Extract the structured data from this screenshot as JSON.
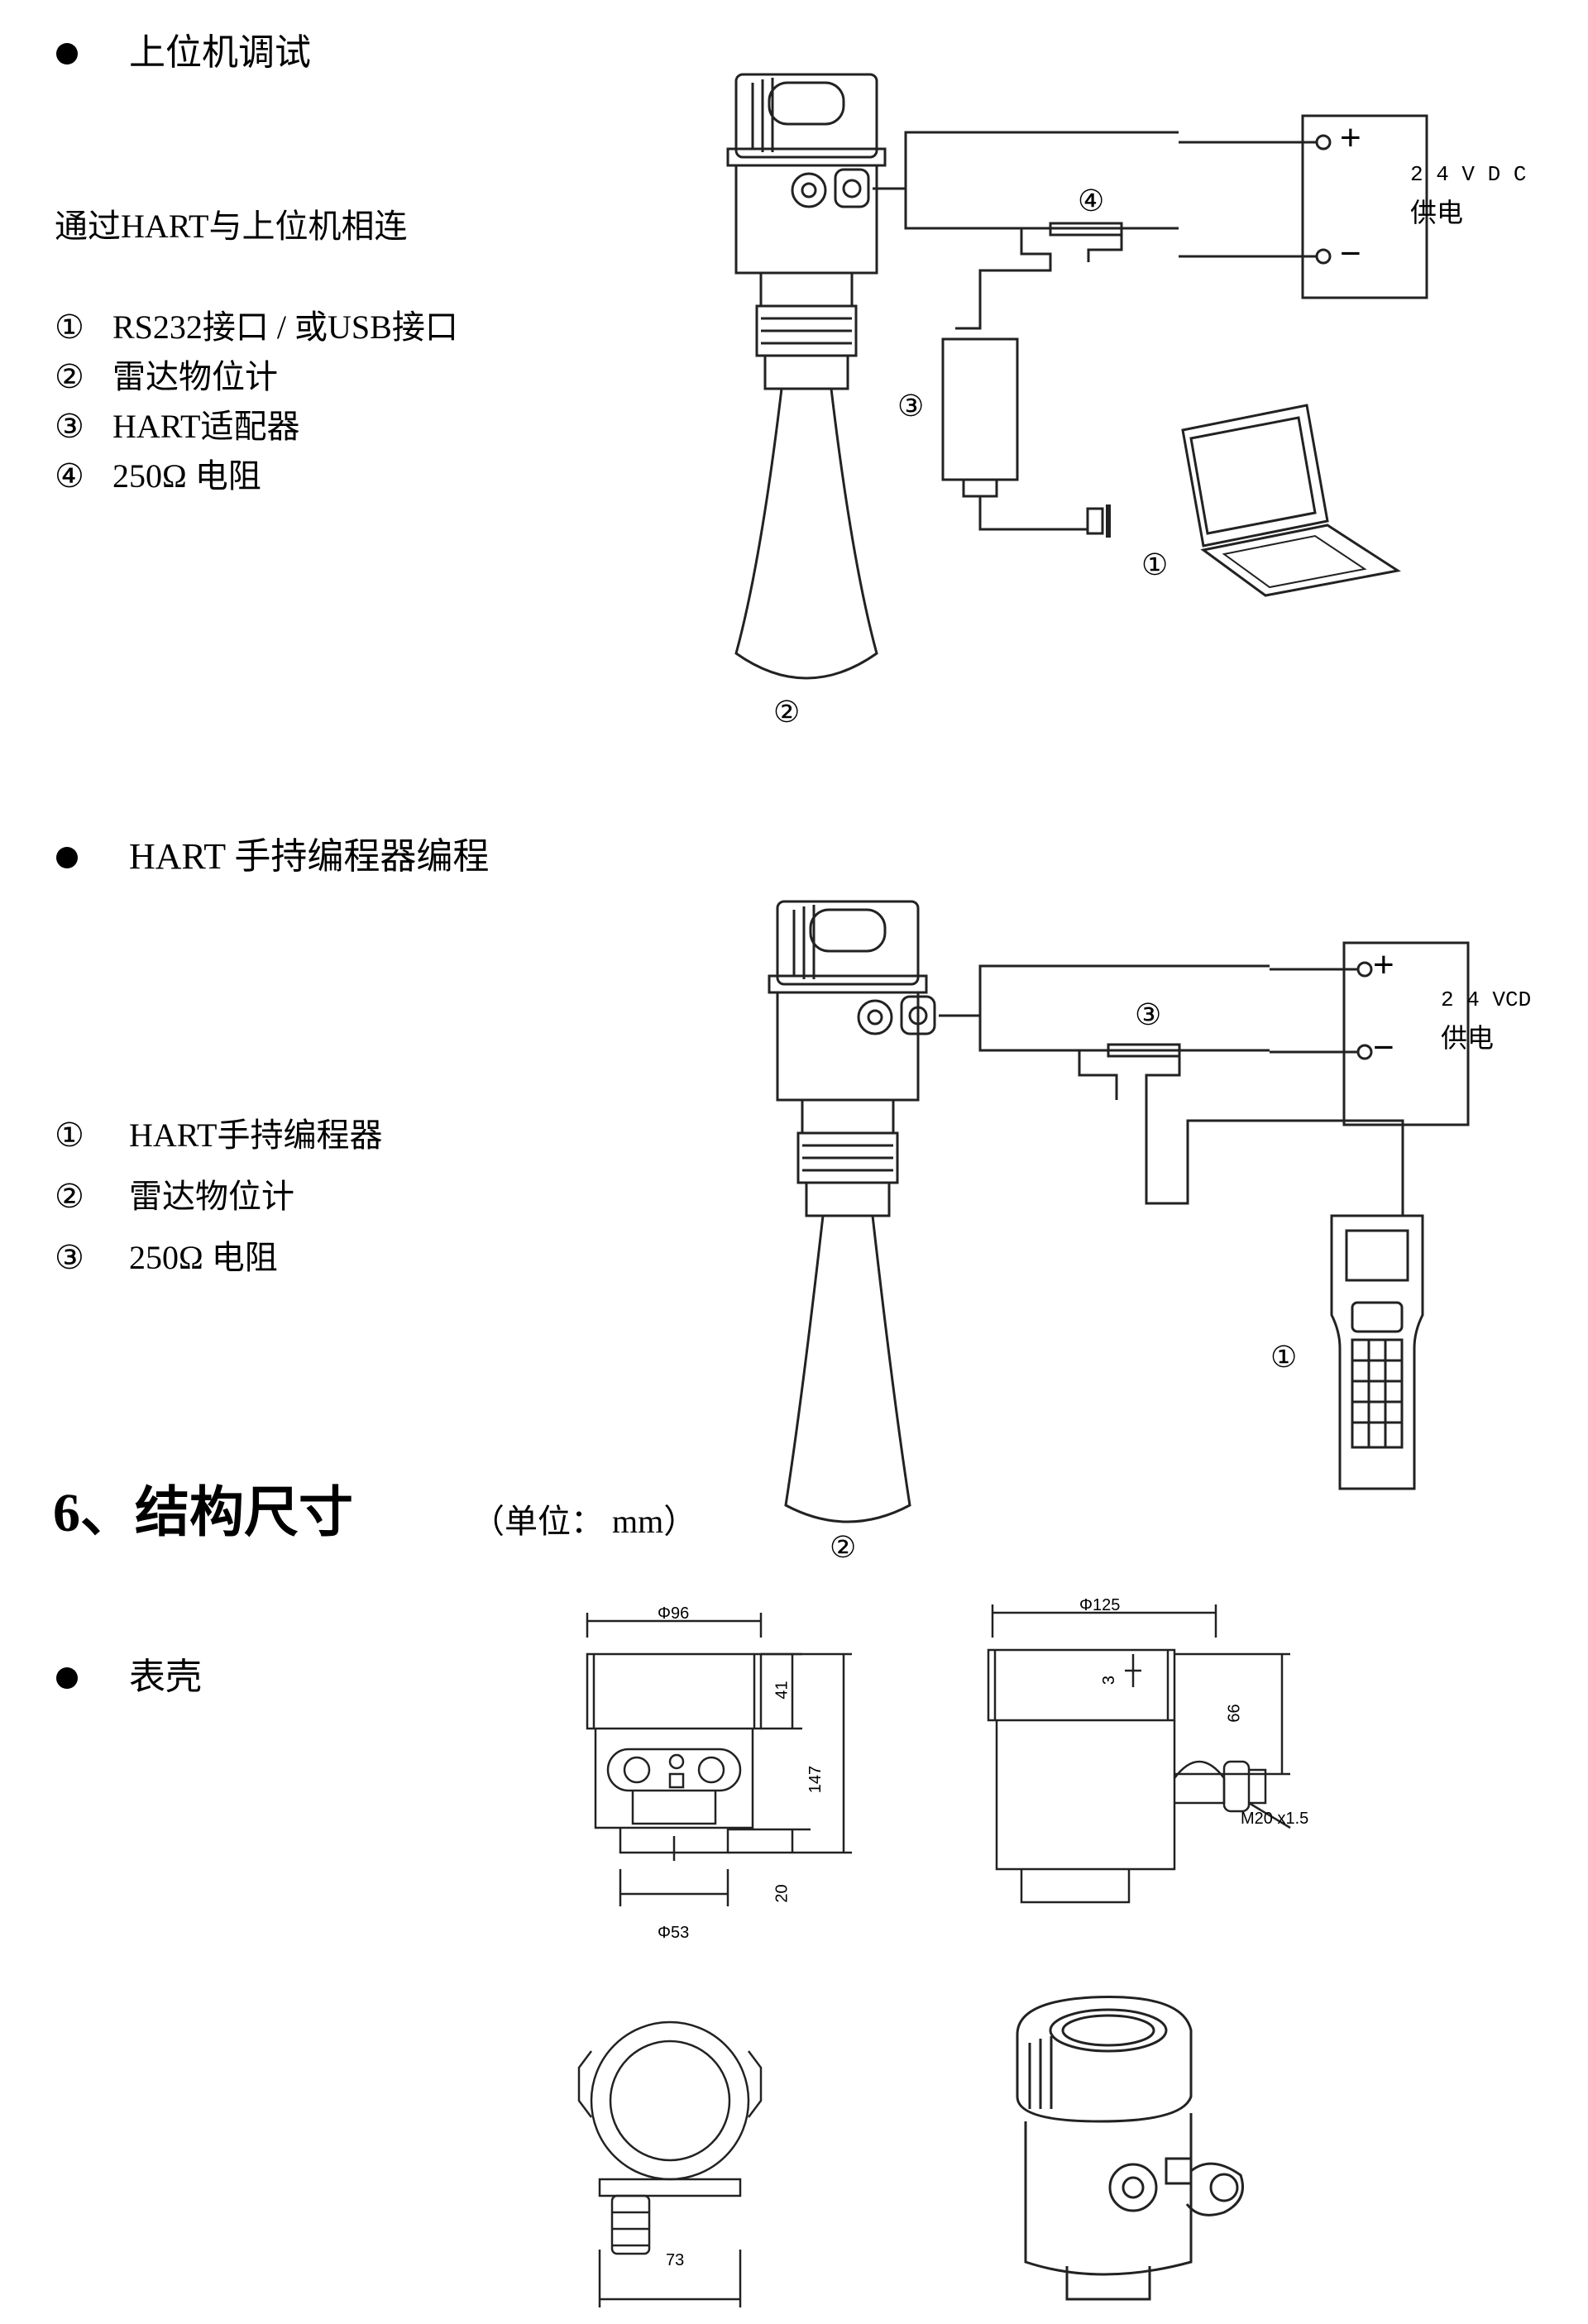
{
  "sec_pc": {
    "title": "上位机调试",
    "intro": "通过HART与上位机相连",
    "items": [
      {
        "num": "①",
        "text": "RS232接口 / 或USB接口"
      },
      {
        "num": "②",
        "text": "雷达物位计"
      },
      {
        "num": "③",
        "text": "HART适配器"
      },
      {
        "num": "④",
        "text": "250Ω 电阻"
      }
    ],
    "diagram": {
      "supply_line1": "2 4 V D C",
      "supply_line2": "供电",
      "plus": "+",
      "minus": "−",
      "c1": "①",
      "c2": "②",
      "c3": "③",
      "c4": "④"
    }
  },
  "sec_hart": {
    "title": "HART 手持编程器编程",
    "items": [
      {
        "num": "①",
        "text": "HART手持编程器"
      },
      {
        "num": "②",
        "text": "雷达物位计"
      },
      {
        "num": "③",
        "text": "250Ω 电阻"
      }
    ],
    "diagram": {
      "supply_line1": "2 4 VCD",
      "supply_line2": "供电",
      "plus": "+",
      "minus": "−",
      "c1": "①",
      "c2": "②",
      "c3": "③"
    }
  },
  "sec_dim": {
    "title": "6、结构尺寸",
    "unit": "（单位： mm）",
    "housing_label": "表壳",
    "dims": {
      "d96": "Φ96",
      "d41": "41",
      "d147": "147",
      "d20": "20",
      "d53": "Φ53",
      "d125": "Φ125",
      "d3": "3",
      "d66": "66",
      "thread": "M20 x1.5",
      "d73": "73"
    }
  },
  "colors": {
    "ink": "#000000",
    "line": "#333333",
    "paper": "#ffffff"
  }
}
